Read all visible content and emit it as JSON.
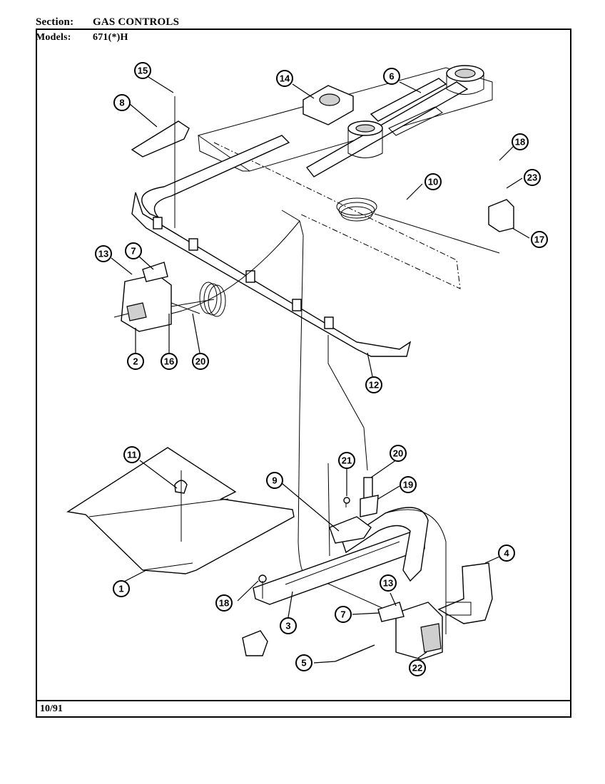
{
  "header": {
    "section_label": "Section:",
    "section_value": "GAS CONTROLS",
    "models_label": "Models:",
    "models_value": "671(*)H"
  },
  "footer": {
    "date": "10/91"
  },
  "callouts": [
    "1",
    "2",
    "3",
    "4",
    "5",
    "6",
    "7",
    "7",
    "8",
    "9",
    "10",
    "11",
    "12",
    "13",
    "13",
    "14",
    "15",
    "16",
    "17",
    "18",
    "18",
    "19",
    "20",
    "20",
    "21",
    "22",
    "23"
  ]
}
